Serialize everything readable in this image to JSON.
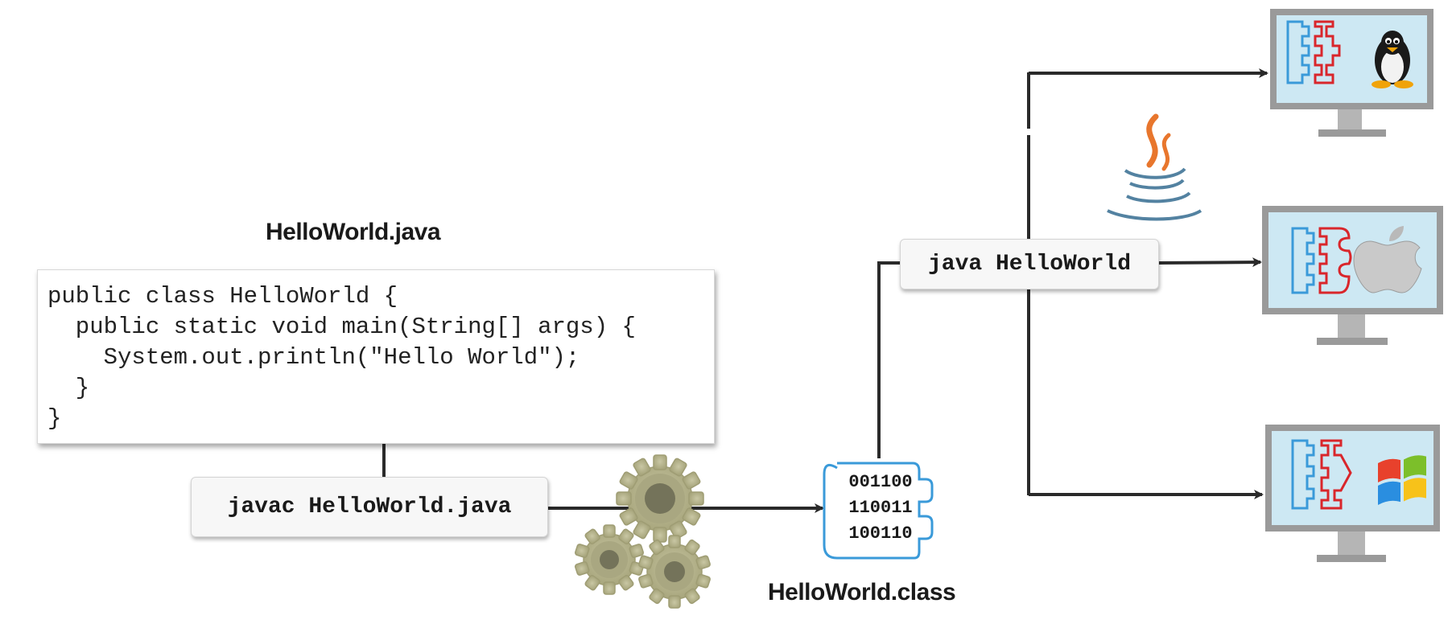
{
  "source": {
    "title": "HelloWorld.java",
    "code_lines": [
      "public class HelloWorld {",
      "  public static void main(String[] args) {",
      "    System.out.println(\"Hello World\");",
      "  }",
      "}"
    ]
  },
  "compile": {
    "command": "javac HelloWorld.java"
  },
  "bytecode": {
    "title": "HelloWorld.class",
    "lines": [
      "001100",
      "110011",
      "100110"
    ]
  },
  "run": {
    "command": "java HelloWorld"
  },
  "platforms": [
    {
      "os_icon": "linux-penguin-icon"
    },
    {
      "os_icon": "apple-icon"
    },
    {
      "os_icon": "windows-icon"
    }
  ],
  "colors": {
    "jvm_blue": "#3a9ad9",
    "runtime_red": "#d9262b",
    "screen": "#cde8f3",
    "monitor_frame": "#9a9a9a",
    "gear": "#b7b58e",
    "java_orange": "#e8762d",
    "java_blue": "#5382a1"
  }
}
